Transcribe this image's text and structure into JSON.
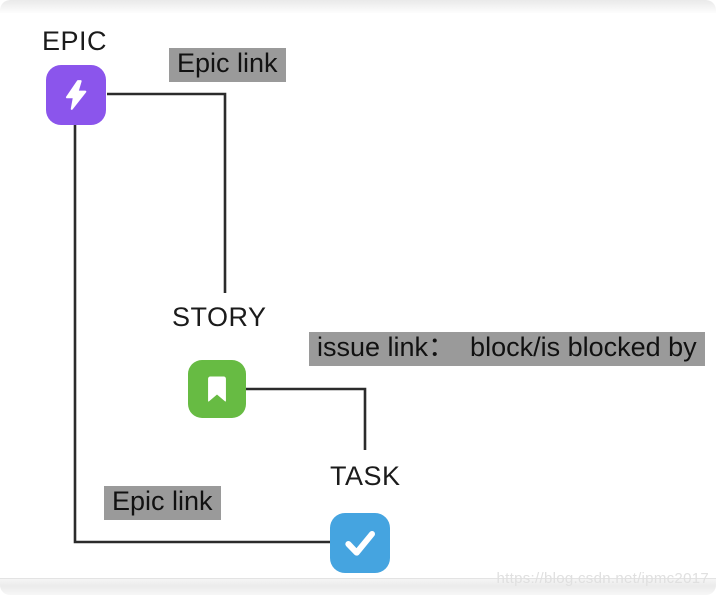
{
  "diagram": {
    "nodes": {
      "epic": {
        "label": "EPIC",
        "color": "#8b55ec",
        "icon": "lightning-icon"
      },
      "story": {
        "label": "STORY",
        "color": "#67bb43",
        "icon": "bookmark-icon"
      },
      "task": {
        "label": "TASK",
        "color": "#45a4e0",
        "icon": "checkmark-icon"
      }
    },
    "links": {
      "epic_story": {
        "label": "Epic link"
      },
      "story_task": {
        "label": "issue link：  block/is blocked by"
      },
      "epic_task": {
        "label": "Epic link"
      }
    },
    "styles": {
      "label_bg": "#9a9a9a",
      "line_color": "#2b2b2b"
    }
  },
  "watermark": "https://blog.csdn.net/ipmc2017"
}
